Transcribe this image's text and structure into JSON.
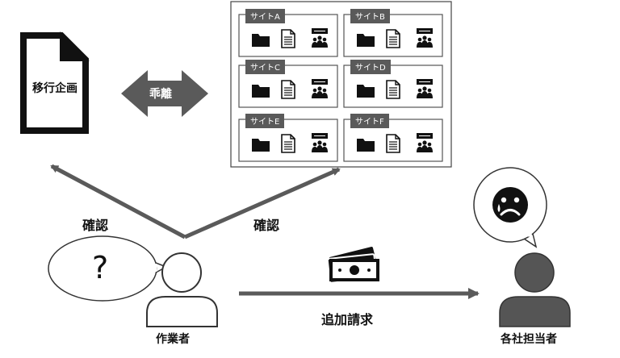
{
  "migration_plan": {
    "label": "移行企画"
  },
  "gap": {
    "label": "乖離"
  },
  "sites": [
    {
      "name": "サイトA"
    },
    {
      "name": "サイトB"
    },
    {
      "name": "サイトC"
    },
    {
      "name": "サイトD"
    },
    {
      "name": "サイトE"
    },
    {
      "name": "サイトF"
    }
  ],
  "worker": {
    "label": "作業者",
    "confirm_left": "確認",
    "confirm_right": "確認",
    "thought_symbol": "?"
  },
  "request": {
    "label": "追加請求"
  },
  "contractor": {
    "label": "各社担当者"
  },
  "icons": [
    "document-icon",
    "folder-icon",
    "file-icon",
    "team-icon",
    "money-icon",
    "person-icon",
    "sad-face-icon"
  ],
  "colors": {
    "dark": "#5a5a5a",
    "person_fill": "#555555",
    "black": "#111111"
  }
}
